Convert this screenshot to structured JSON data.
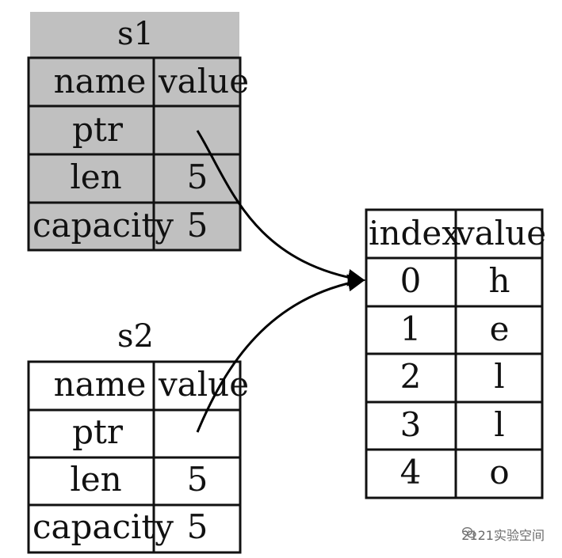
{
  "s1": {
    "title": "s1",
    "header": {
      "name": "name",
      "value": "value"
    },
    "rows": [
      {
        "name": "ptr",
        "value": ""
      },
      {
        "name": "len",
        "value": "5"
      },
      {
        "name": "capacity",
        "value": "5"
      }
    ]
  },
  "s2": {
    "title": "s2",
    "header": {
      "name": "name",
      "value": "value"
    },
    "rows": [
      {
        "name": "ptr",
        "value": ""
      },
      {
        "name": "len",
        "value": "5"
      },
      {
        "name": "capacity",
        "value": "5"
      }
    ]
  },
  "heap": {
    "header": {
      "index": "index",
      "value": "value"
    },
    "rows": [
      {
        "index": "0",
        "value": "h"
      },
      {
        "index": "1",
        "value": "e"
      },
      {
        "index": "2",
        "value": "l"
      },
      {
        "index": "3",
        "value": "l"
      },
      {
        "index": "4",
        "value": "o"
      }
    ]
  },
  "watermark": {
    "text": "2121实验空间",
    "icon": "wechat-icon"
  },
  "colors": {
    "s1_fill": "#c0c0c0",
    "border": "#111111",
    "arrow": "#000000"
  }
}
